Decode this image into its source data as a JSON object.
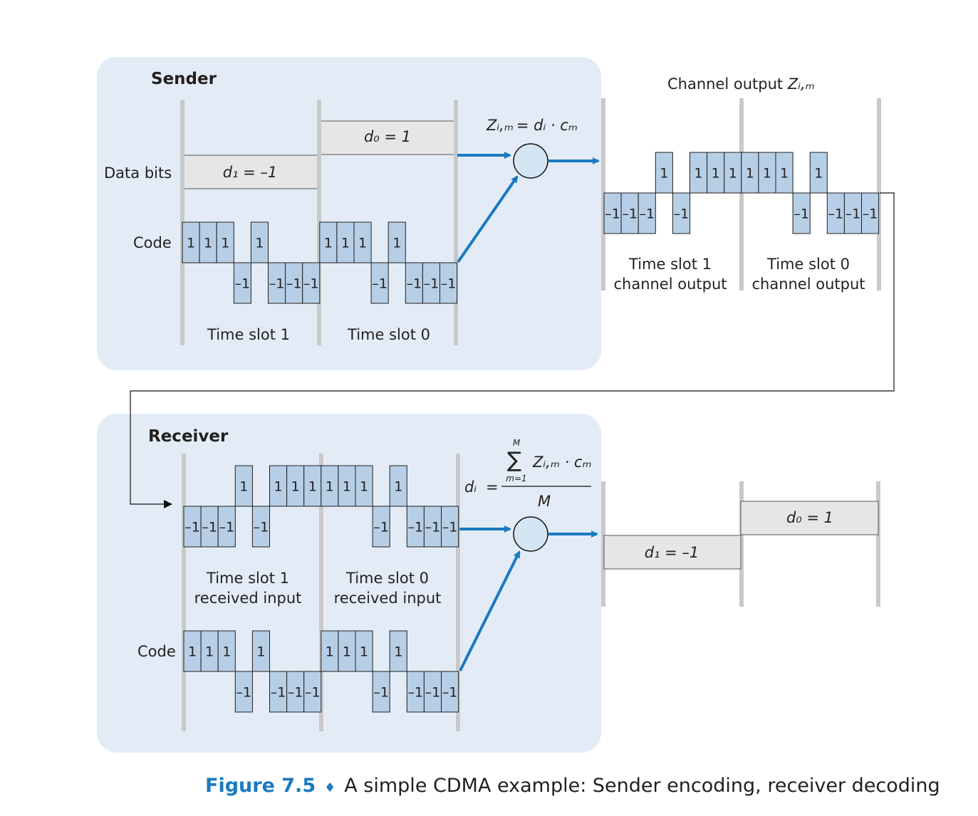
{
  "sender": {
    "heading": "Sender",
    "data_bits_label": "Data bits",
    "code_label": "Code",
    "d1_label": "d₁ = –1",
    "d0_label": "d₀ = 1",
    "slot1_label": "Time slot 1",
    "slot0_label": "Time slot 0",
    "formula_lhs": "Zᵢ,ₘ",
    "formula_rhs": "= dᵢ · cₘ"
  },
  "channel": {
    "title_prefix": "Channel output ",
    "title_symbol": "Zᵢ,ₘ",
    "slot1_line1": "Time slot 1",
    "slot1_line2": "channel output",
    "slot0_line1": "Time slot 0",
    "slot0_line2": "channel output"
  },
  "receiver": {
    "heading": "Receiver",
    "code_label": "Code",
    "slot1_line1": "Time slot 1",
    "slot1_line2": "received input",
    "slot0_line1": "Time slot 0",
    "slot0_line2": "received input",
    "formula_sum_top": "M",
    "formula_sum_bottom": "m=1",
    "formula_sigma": "∑",
    "formula_numerator": "Zᵢ,ₘ · cₘ",
    "formula_lhs": "dᵢ",
    "formula_eq": "=",
    "formula_denominator": "M",
    "out_d1_label": "d₁ = –1",
    "out_d0_label": "d₀ = 1"
  },
  "code_sequence": [
    1,
    1,
    1,
    -1,
    1,
    -1,
    -1,
    -1
  ],
  "data_bits": {
    "d1": -1,
    "d0": 1
  },
  "chip_labels": {
    "positive": "1",
    "negative": "–1"
  },
  "caption": {
    "figure": "Figure 7.5",
    "separator": "♦",
    "text": "A simple CDMA example: Sender encoding, receiver decoding"
  },
  "colors": {
    "panel_bg": "#e3ecf6",
    "chip_fill": "#b7cfe6",
    "box_fill": "#e6e6e6",
    "arrow": "#1a7ac0",
    "caption_accent": "#1a7ac0"
  }
}
